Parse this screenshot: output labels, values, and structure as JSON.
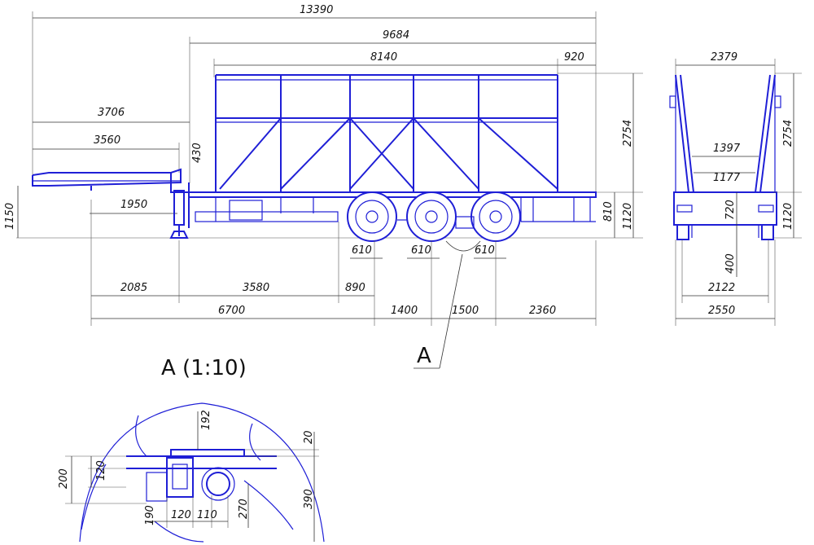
{
  "colors": {
    "line": "#1f1fd6",
    "dimension": "#333333",
    "background": "#ffffff"
  },
  "side_view": {
    "dims": {
      "total_length": "13390",
      "platform_length": "9684",
      "frame_length": "8140",
      "rear_overhang": "920",
      "neck_length": "3706",
      "neck_platform": "3560",
      "neck_step": "430",
      "kingpin_offset": "1950",
      "neck_height": "1150",
      "frame_height": "2754",
      "deck_height_a": "810",
      "deck_height_b": "1120",
      "wheel_a": "610",
      "wheel_b": "610",
      "wheel_c": "610",
      "seg_2085": "2085",
      "seg_3580": "3580",
      "seg_890": "890",
      "seg_6700": "6700",
      "seg_1400": "1400",
      "seg_1500": "1500",
      "seg_2360": "2360"
    },
    "callout": "A"
  },
  "rear_view": {
    "dims": {
      "top_width": "2379",
      "height": "2754",
      "inner_upper": "1397",
      "inner_lower": "1177",
      "inner_height": "720",
      "deck_height": "1120",
      "ground_clear": "400",
      "track": "2122",
      "overall_width": "2550"
    }
  },
  "detail": {
    "title": "A (1:10)",
    "dims": {
      "d192": "192",
      "d20": "20",
      "d200": "200",
      "d120v": "120",
      "d390": "390",
      "d190": "190",
      "d120h": "120",
      "d110": "110",
      "d270": "270"
    }
  }
}
